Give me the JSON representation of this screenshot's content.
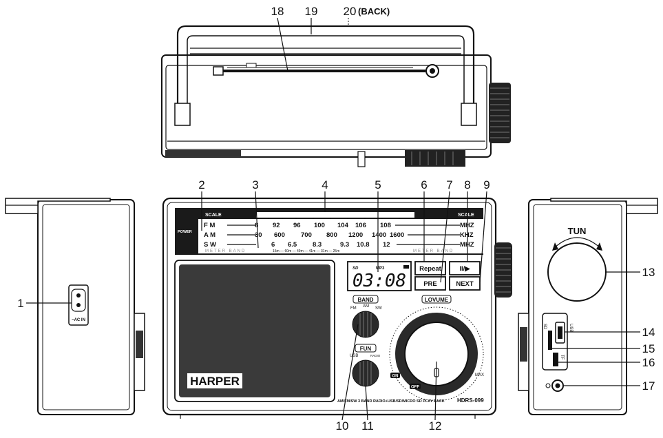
{
  "callouts": {
    "n1": "1",
    "n2": "2",
    "n3": "3",
    "n4": "4",
    "n5": "5",
    "n6": "6",
    "n7": "7",
    "n8": "8",
    "n9": "9",
    "n10": "10",
    "n11": "11",
    "n12": "12",
    "n13": "13",
    "n14": "14",
    "n15": "15",
    "n16": "16",
    "n17": "17",
    "n18": "18",
    "n19": "19",
    "n20": "20",
    "back": "(BACK)"
  },
  "front": {
    "scale_left": "SCALE",
    "scale_right": "SCALE",
    "power": "POWER",
    "bands": {
      "fm": "F M",
      "am": "A M",
      "sw": "S W"
    },
    "units": {
      "fm": "MHZ",
      "am": "KHZ",
      "sw": "MHZ"
    },
    "fm_freqs": [
      "8",
      "92",
      "96",
      "100",
      "104",
      "106",
      "108"
    ],
    "am_freqs": [
      "30",
      "600",
      "700",
      "800",
      "1200",
      "1400",
      "1600"
    ],
    "sw_freqs": [
      "6",
      "6.5",
      "8.3",
      "9.3",
      "10.8",
      "12"
    ],
    "meter_band_left": "METER BAND",
    "meter_band_right": "METER BAND",
    "meter_marks": "15m — 60m — 49m — 41m — 31m — 25m",
    "display_time": "03:08",
    "display_sd": "SD",
    "display_mp3": "MP3",
    "buttons": {
      "repeat": "Repeat",
      "play": "II/▶",
      "pre": "PRE",
      "next": "NEXT"
    },
    "band_knob": {
      "title": "BAND",
      "fm": "FM",
      "am": "AM",
      "sw": "SW"
    },
    "fun_knob": {
      "title": "FUN",
      "usb": "USB",
      "radio": "RADIO"
    },
    "volume": {
      "title": "LOVUME",
      "on": "ON",
      "off": "OFF",
      "max": "MAX"
    },
    "brand": "HARPER",
    "model_text": "AM/FM/SW 3 BAND RADIO+USB/SD/MICRO SD PLAY BACK",
    "model": "HDRS-099"
  },
  "left_side": {
    "ac_label": "~AC IN"
  },
  "right_side": {
    "tun": "TUN",
    "usb": "USB",
    "sd": "SD",
    "tf": "TF"
  }
}
